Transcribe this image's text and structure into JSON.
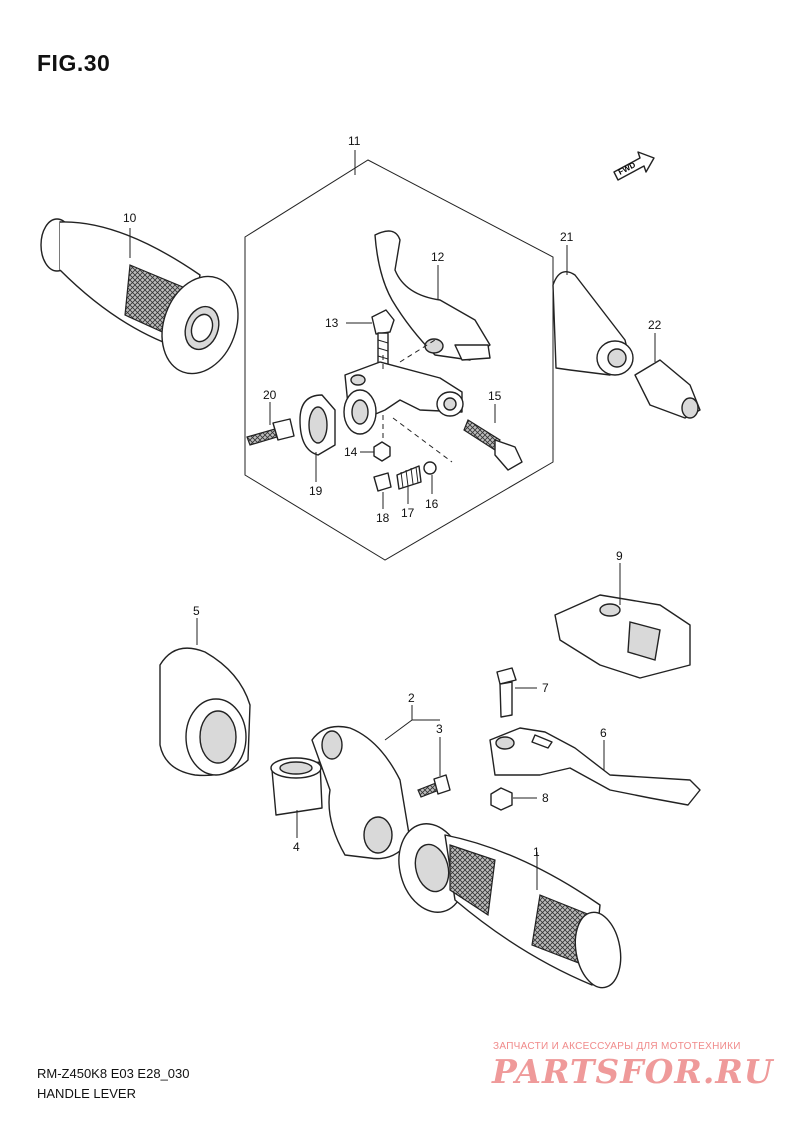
{
  "figure": {
    "title": "FIG.30",
    "model_code": "RM-Z450K8 E03 E28_030",
    "subtitle": "HANDLE LEVER",
    "fwd_label": "FWD"
  },
  "callouts": [
    "1",
    "2",
    "3",
    "4",
    "5",
    "6",
    "7",
    "8",
    "9",
    "10",
    "11",
    "12",
    "13",
    "14",
    "15",
    "16",
    "17",
    "18",
    "19",
    "20",
    "21",
    "22"
  ],
  "watermark": {
    "tagline": "ЗАПЧАСТИ И АКСЕССУАРЫ ДЛЯ МОТОТЕХНИКИ",
    "logo": "PARTSFOR.RU",
    "color": "#ef9a9a"
  },
  "colors": {
    "line": "#222222",
    "background": "#ffffff"
  }
}
